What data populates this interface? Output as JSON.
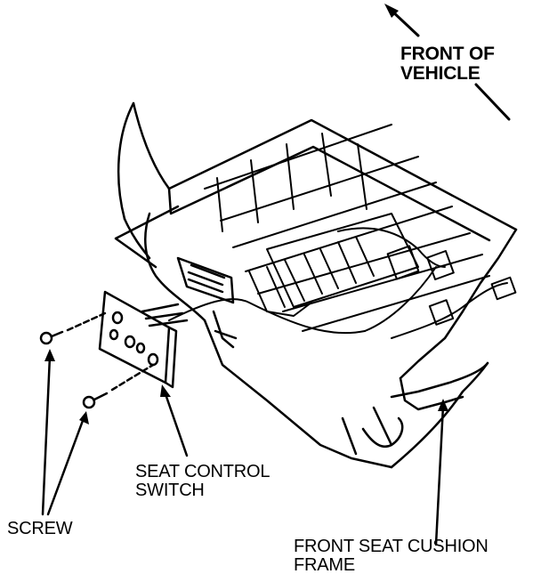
{
  "diagram": {
    "labels": {
      "front_of_vehicle": [
        "FRONT OF",
        "VEHICLE"
      ],
      "seat_control_switch": [
        "SEAT CONTROL",
        "SWITCH"
      ],
      "screw": "SCREW",
      "front_seat_cushion_frame": [
        "FRONT SEAT CUSHION",
        "FRAME"
      ]
    },
    "colors": {
      "ink": "#000000",
      "paper": "#ffffff"
    }
  }
}
